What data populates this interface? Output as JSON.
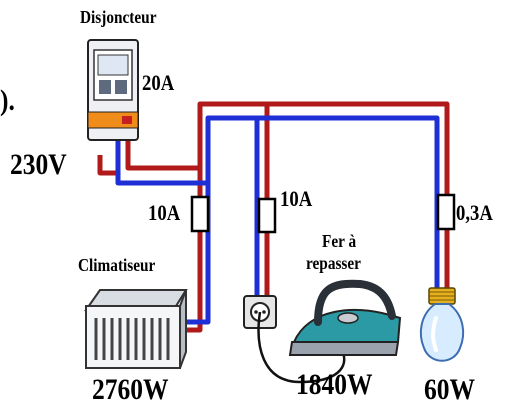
{
  "labels": {
    "breaker": "Disjoncteur",
    "breaker_rating": "20A",
    "edge_mark": ").",
    "voltage": "230V",
    "fuse_heater": "10A",
    "fuse_outlet": "10A",
    "fuse_lamp": "0,3A",
    "heater_name": "Climatiseur",
    "iron_name_line1": "Fer à",
    "iron_name_line2": "repasser",
    "heater_power": "2760W",
    "iron_power": "1840W",
    "lamp_power": "60W"
  },
  "colors": {
    "phase_wire": "#b11a1a",
    "neutral_wire": "#1f2fd6",
    "breaker_accent": "#f08c1a"
  }
}
